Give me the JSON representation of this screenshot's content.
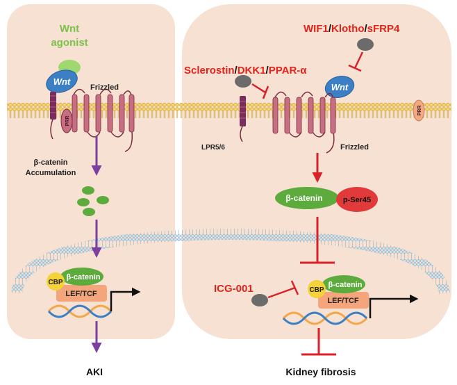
{
  "left_panel": {
    "agonist_line1": "Wnt",
    "agonist_line2": "agonist",
    "wnt": "Wnt",
    "prr": "PRR",
    "frizzled": "Frizzled",
    "accum_line1": "β-catenin",
    "accum_line2": "Accumulation",
    "cbp": "CBP",
    "bcatenin": "β-catenin",
    "leftcf": "LEF/TCF",
    "outcome": "AKI"
  },
  "right_panel": {
    "inhibitors_top": [
      "WIF1",
      "/",
      "Klotho",
      "/",
      "sFRP4"
    ],
    "inhibitors_mid": [
      "Sclerostin",
      "/",
      "DKK1",
      "/",
      "PPAR-α"
    ],
    "wnt": "Wnt",
    "lpr": "LPR5/6",
    "frizzled": "Frizzled",
    "prr": "PRR",
    "bcatenin": "β-catenin",
    "pser": "p-Ser45",
    "icg": "ICG-001",
    "cbp": "CBP",
    "bcatenin2": "β-catenin",
    "leftcf": "LEF/TCF",
    "outcome": "Kidney fibrosis"
  },
  "colors": {
    "panel_fill": "#f7e1d3",
    "membrane_band": "#f2cc5a",
    "receptor": "#c86e83",
    "receptor_stroke": "#7a2c3d",
    "wnt_blue": "#3d7fc4",
    "green": "#5cab3c",
    "agonist_text": "#7cc24a",
    "inhibitor_red": "#e2231a",
    "arrow_purple": "#7b3fa0",
    "arrow_red": "#d9212a",
    "ligand_gray": "#6b6b6b",
    "lef_box": "#f4a57c",
    "cbp_yellow": "#f3d23a",
    "pser_red": "#e23a3a"
  }
}
